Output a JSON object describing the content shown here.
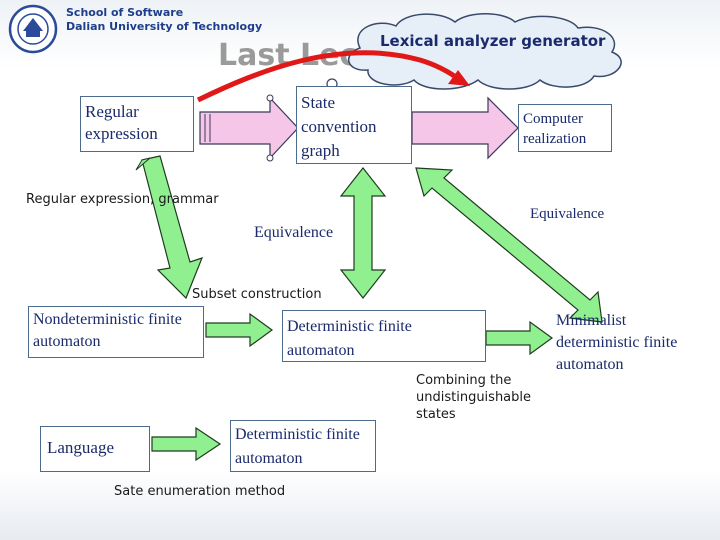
{
  "header": {
    "school": "School of Software",
    "university": "Dalian University of Technology",
    "title": "Last Lecture Review",
    "callout": "Lexical analyzer generator"
  },
  "nodes": {
    "regular_expression": "Regular expression",
    "state_convention_graph": "State convention graph",
    "computer_realization": "Computer realization",
    "nondeterministic_fa": "Nondeterministic finite automaton",
    "deterministic_fa": "Deterministic finite automaton",
    "minimalist_dfa": "Minimalist deterministic finite automaton",
    "language": "Language",
    "deterministic_fa_2": "Deterministic finite automaton"
  },
  "labels": {
    "regex_grammar": "Regular expression, grammar",
    "equivalence_left": "Equivalence",
    "equivalence_right": "Equivalence",
    "subset_construction": "Subset construction",
    "combining": "Combining the undistinguishable states",
    "state_enumeration": "Sate enumeration method"
  },
  "colors": {
    "arrow_fill": "#90f090",
    "arrow_stroke": "#203a20",
    "pink_arrow": "#f6c6e8",
    "red_arrow": "#e01818",
    "callout_fill": "#e6eef8",
    "text_blue": "#1a2a6c"
  }
}
